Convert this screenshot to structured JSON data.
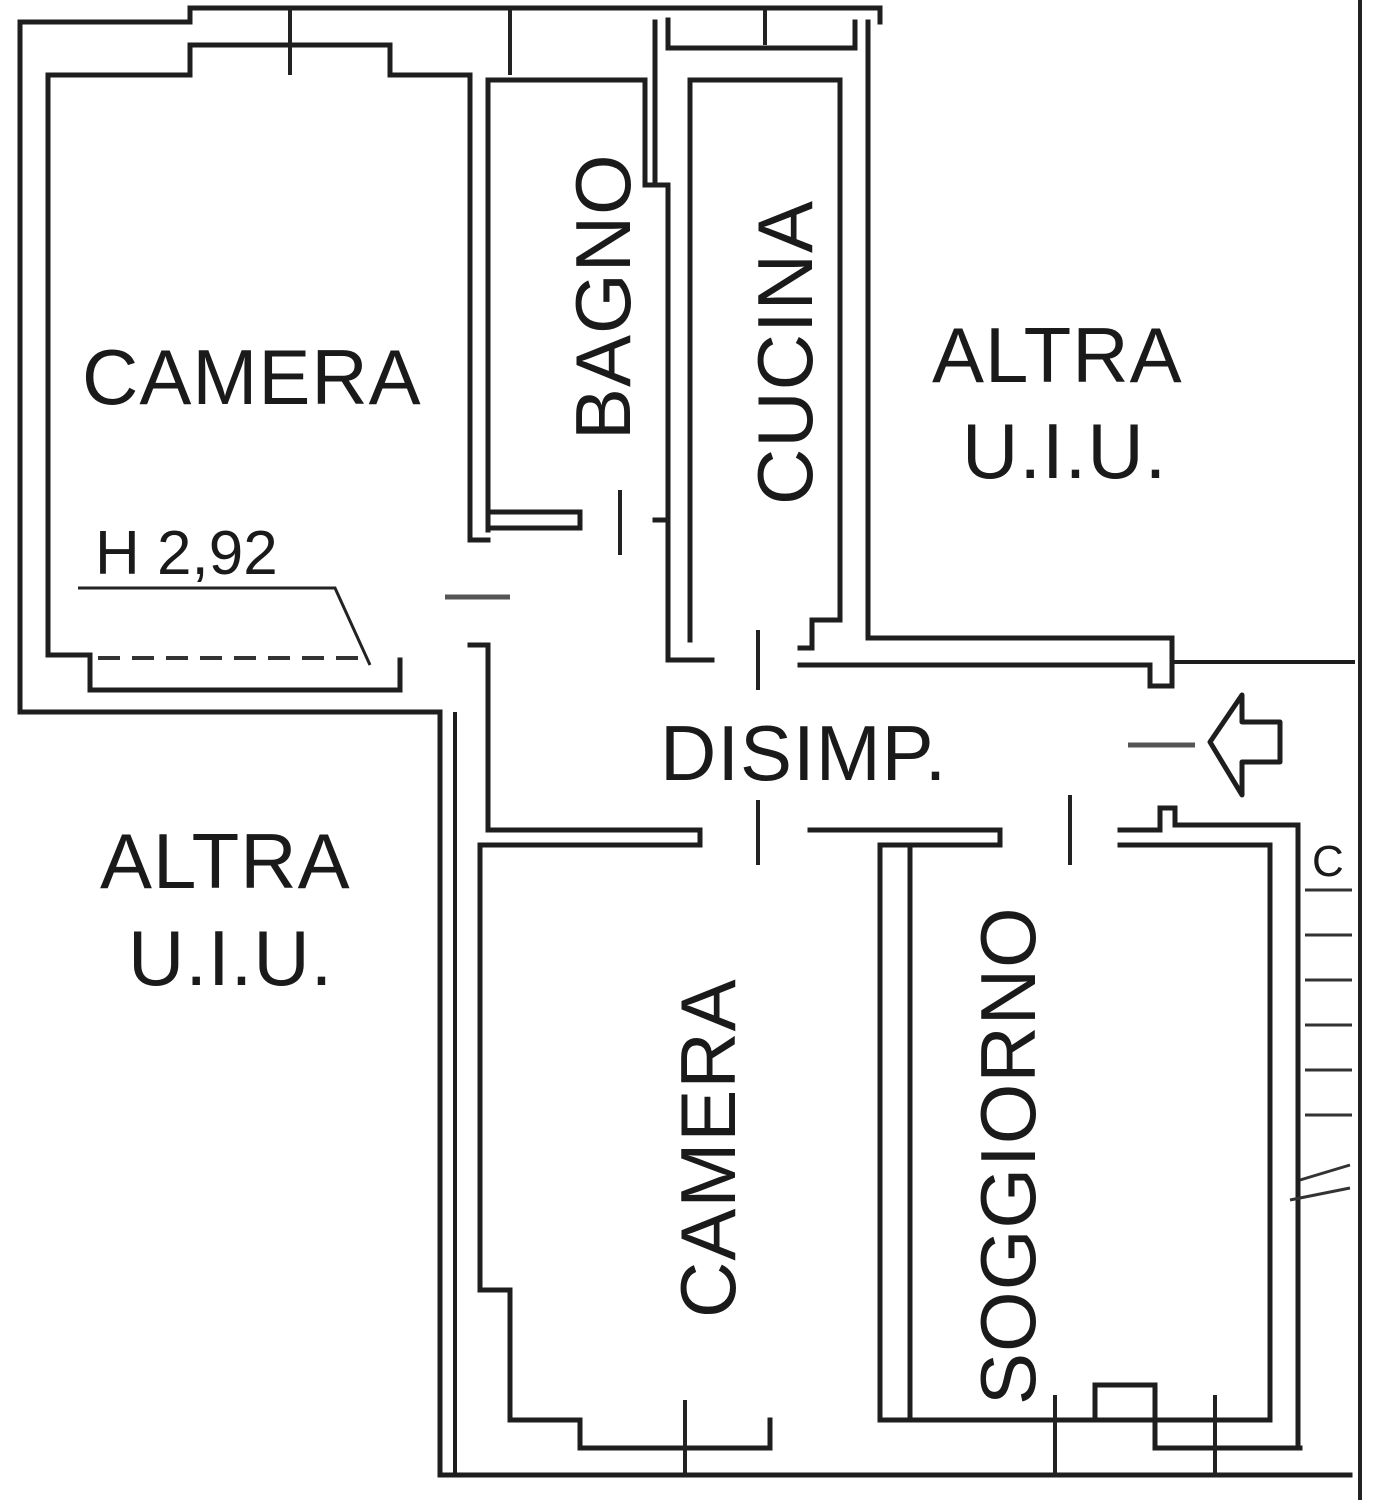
{
  "rooms": {
    "camera_top": "CAMERA",
    "bagno": "BAGNO",
    "cucina": "CUCINA",
    "altra_right_line1": "ALTRA",
    "altra_right_line2": "U.I.U.",
    "height_note": "H 2,92",
    "disimpegno": "DISIMP.",
    "altra_left_line1": "ALTRA",
    "altra_left_line2": "U.I.U.",
    "camera_bottom": "CAMERA",
    "soggiorno": "SOGGIORNO",
    "edge_letter": "C"
  }
}
